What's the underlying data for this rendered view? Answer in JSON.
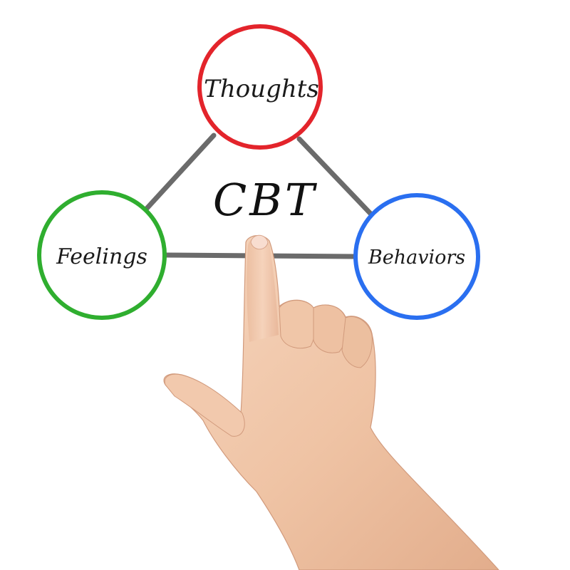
{
  "diagram": {
    "center_label": "CBT",
    "nodes": [
      {
        "id": "thoughts",
        "label": "Thoughts",
        "color": "#e3242b"
      },
      {
        "id": "feelings",
        "label": "Feelings",
        "color": "#2fae2f"
      },
      {
        "id": "behaviors",
        "label": "Behaviors",
        "color": "#2a6ff0"
      }
    ],
    "edges": [
      {
        "from": "thoughts",
        "to": "feelings"
      },
      {
        "from": "thoughts",
        "to": "behaviors"
      },
      {
        "from": "feelings",
        "to": "behaviors"
      }
    ],
    "edge_color": "#6b6b6b"
  },
  "hand": {
    "icon": "pointing-hand-icon",
    "skin_color": "#f2c8ab"
  }
}
